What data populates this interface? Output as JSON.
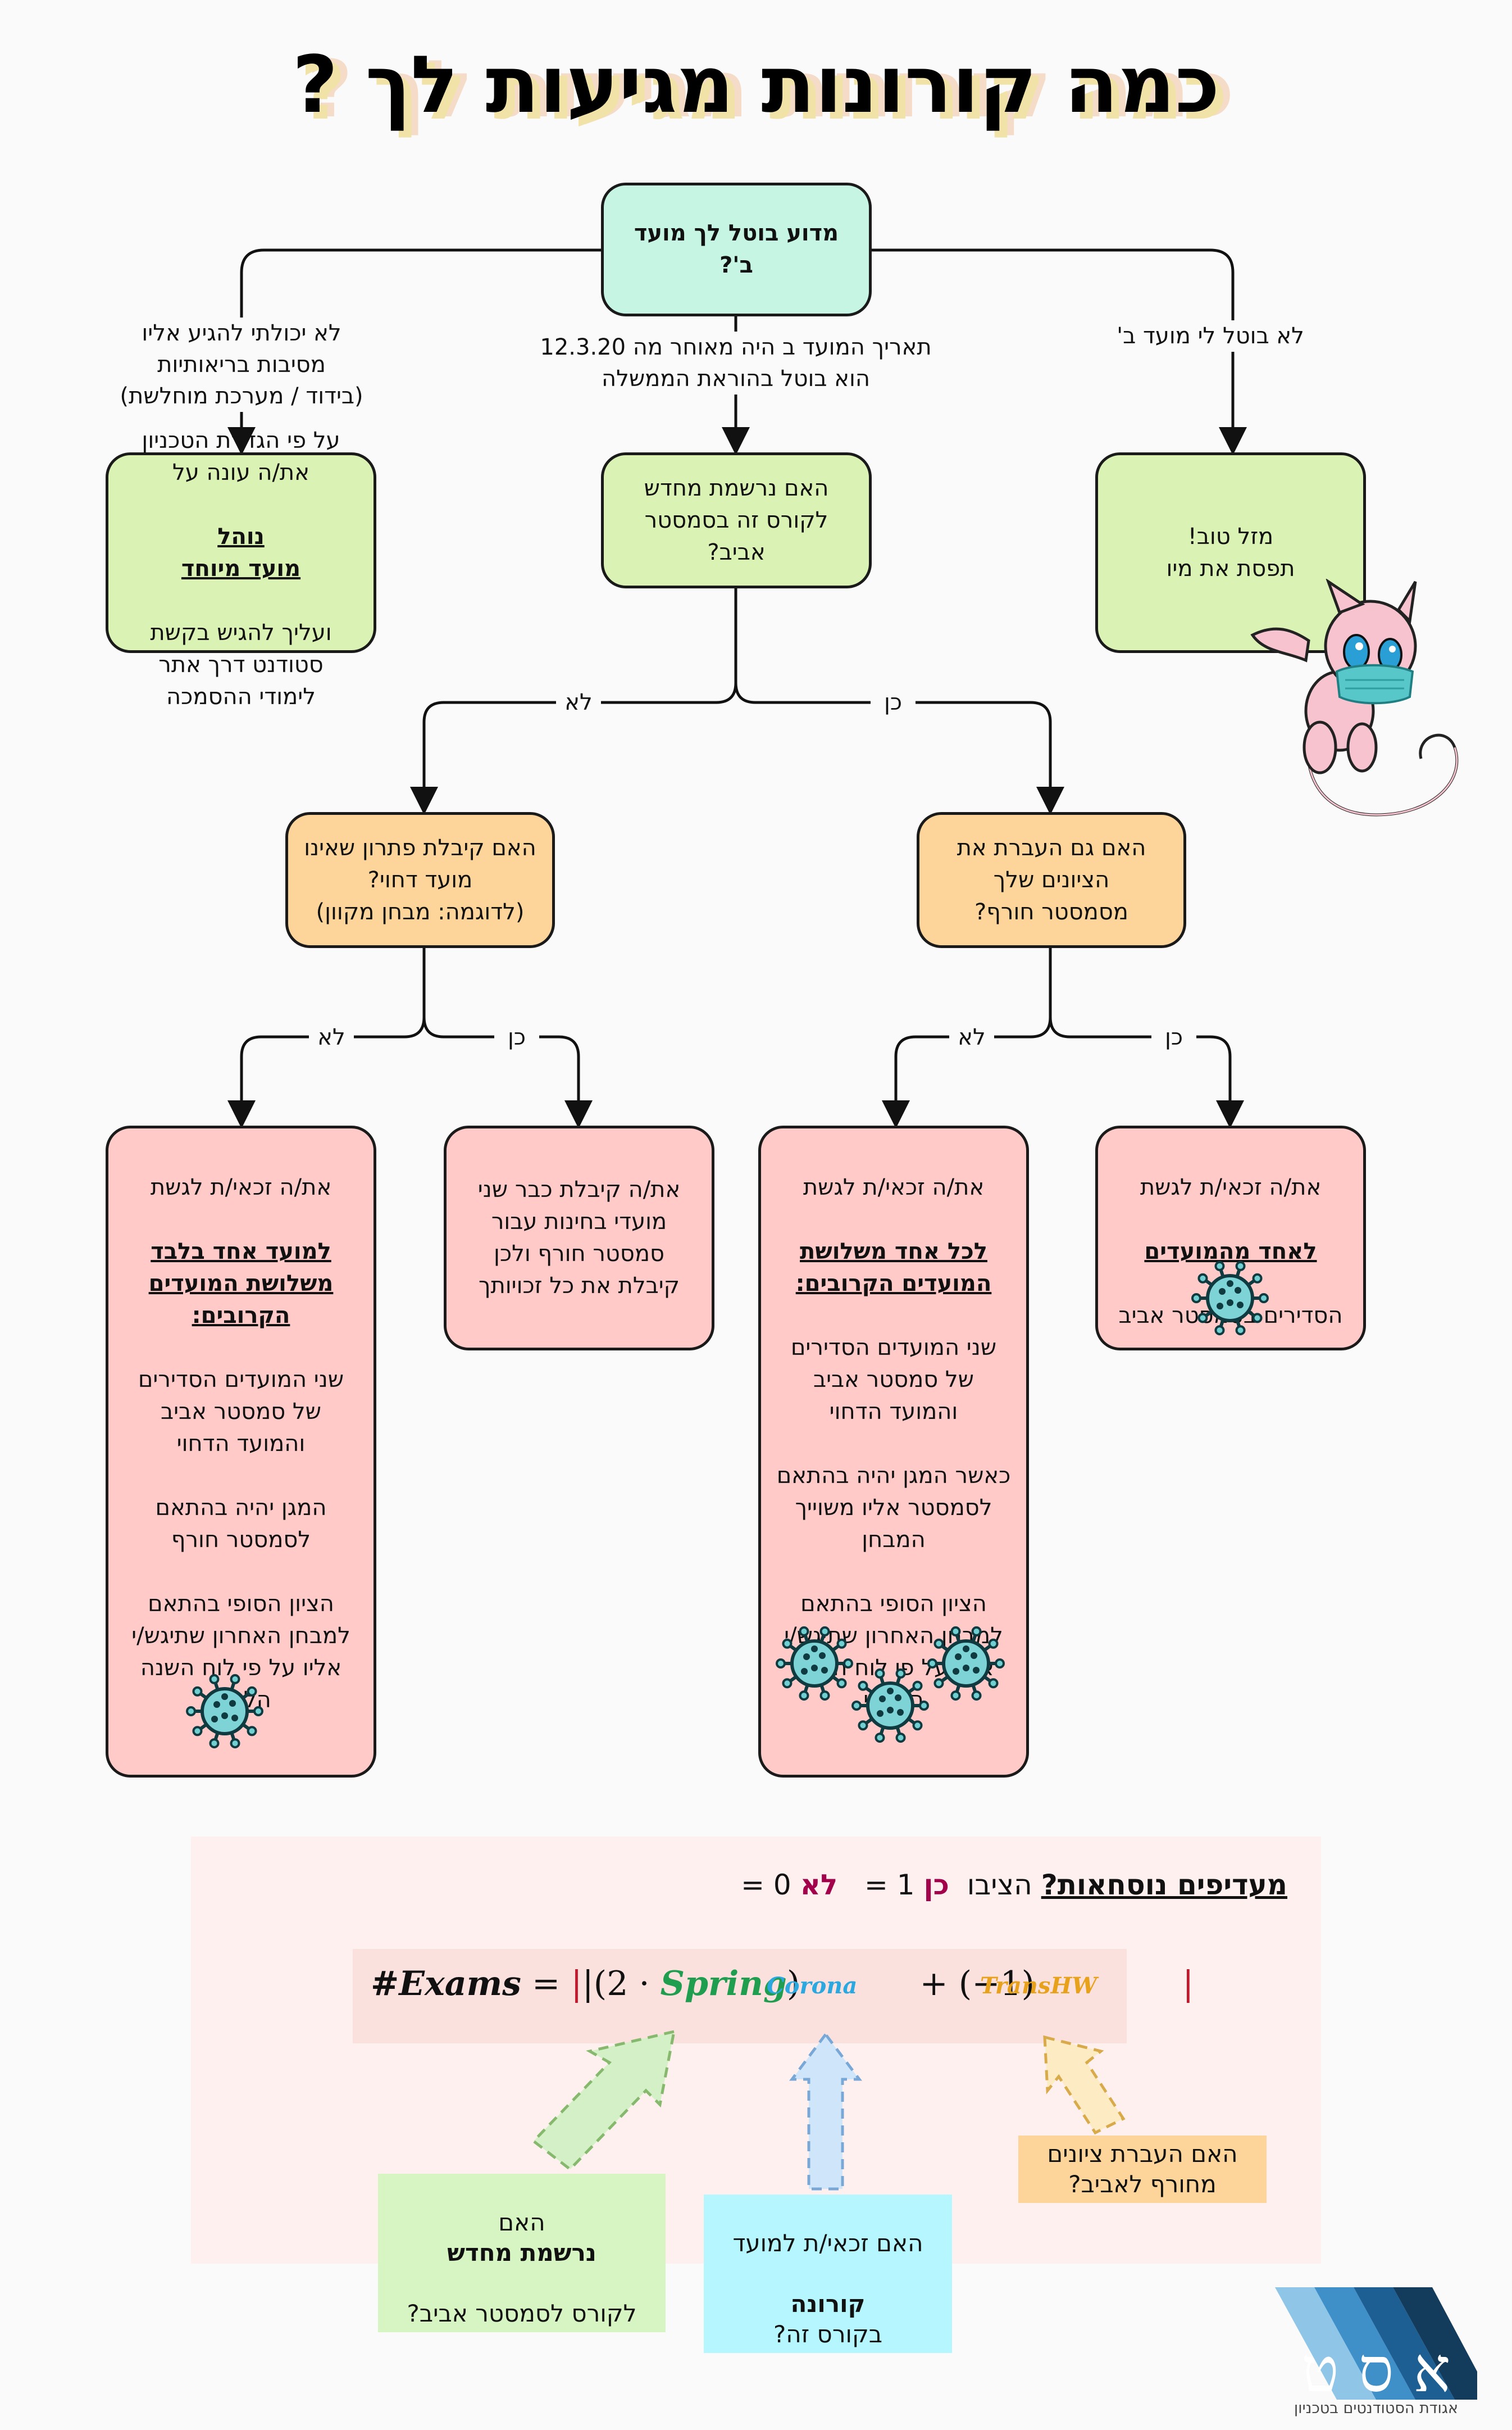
{
  "title": "כמה קורונות מגיעות לך ?",
  "nodes": {
    "root": "מדוע בוטל לך מועד ב'?",
    "mazal": "מזל טוב!\nתפסת את מיו",
    "registered": "האם נרשמת מחדש\nלקורס זה בסמסטר\nאביב?",
    "health_pre": "על פי הגדרת הטכניון\nאת/ה עונה על",
    "health_bold": "נוהל",
    "health_under": "מועד מיוחד",
    "health_post": "ועליך להגיש בקשת\nסטודנט דרך אתר\nלימודי ההסמכה",
    "grades": "האם גם העברת את\nהציונים שלך\nמסמסטר חורף?",
    "solution": "האם קיבלת פתרון שאינו\nמועד דחוי?\n(לדוגמה: מבחן מקוון)",
    "r1_pre": "את/ה זכאי/ת לגשת",
    "r1_bu": "לאחד מהמועדים",
    "r1_post": "הסדירים בסמסטר אביב",
    "r2_pre": "את/ה זכאי/ת לגשת",
    "r2_bu": "לכל אחד משלושת\nהמועדים הקרובים:",
    "r2_post": "שני המועדים הסדירים\nשל סמסטר אביב\nוהמועד הדחוי\n\nכאשר המגן יהיה בהתאם\nלסמסטר אליו משוייך\nהמבחן\n\nהציון הסופי בהתאם\nלמבחן האחרון שתיגש/י\nאליו על פי לוח השנה\nהלועזי",
    "r3": "את/ה קיבלת כבר שני\nמועדי בחינות עבור\nסמסטר חורף ולכן\nקיבלת את כל זכויותך",
    "r4_pre": "את/ה זכאי/ת לגשת",
    "r4_bu": "למועד אחד בלבד\nמשלושת המועדים\nהקרובים:",
    "r4_post": "שני המועדים הסדירים\nשל סמסטר אביב\nוהמועד הדחוי\n\nהמגן יהיה בהתאם\nלסמסטר חורף\n\nהציון הסופי בהתאם\nלמבחן האחרון שתיגש/י\nאליו על פי לוח השנה\nהלועזי"
  },
  "edges": {
    "not_cancelled": "לא בוטל לי מועד ב'",
    "date_after": "תאריך המועד ב היה מאוחר מה 12.3.20\nהוא בוטל בהוראת הממשלה",
    "health": "לא יכולתי להגיע אליו\nמסיבות בריאותיות\n(בידוד / מערכת מוחלשת)",
    "yes": "כן",
    "no": "לא"
  },
  "formula_intro": {
    "lead": "מעדיפים נוסחאות?",
    "mid": "הציבו",
    "yes_word": "כן",
    "yes_val": "= 1",
    "no_word": "לא",
    "no_val": "= 0"
  },
  "formula": {
    "lhs": "#Exams",
    "eq": "=",
    "open": "|(2 ·",
    "spring": "Spring",
    "close": ")",
    "corona": "Corona",
    "plus": "+ (−1)",
    "transhw": "TransHW",
    "bar": "|"
  },
  "callouts": {
    "green_pre": "האם",
    "green_bold": "נרשמת מחדש",
    "green_post": "לקורס לסמסטר אביב?",
    "blue_pre": "האם זכאי/ת למועד",
    "blue_bold": "קורונה",
    "blue_post": "בקורס זה?",
    "orange": "האם העברת ציונים\nמחורף לאביב?"
  },
  "logo": {
    "letters": "א ס ט",
    "caption": "אגודת הסטודנטים בטכניון"
  },
  "colors": {
    "cyan": "#c6f5e4",
    "green": "#daf2b4",
    "orange": "#fdd49a",
    "red": "#ffcac7",
    "spring": "#1e9e4e",
    "corona": "#2aa8df",
    "transhw": "#e8a11a",
    "accent": "#a3004c"
  },
  "icons": [
    "virus-icon",
    "arrow-icon",
    "mew-mascot",
    "asat-logo"
  ]
}
